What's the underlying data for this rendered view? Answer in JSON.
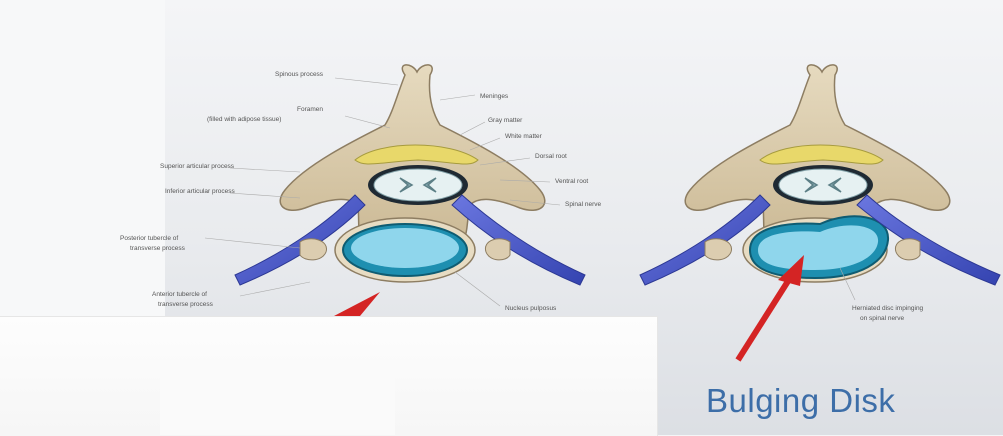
{
  "caption": "Bulging Disk",
  "labels": {
    "spinous_process": "Spinous process",
    "foramen": "Foramen",
    "foramen_sub": "(filled with adipose tissue)",
    "meninges": "Meninges",
    "gray_matter": "Gray matter",
    "white_matter": "White matter",
    "dorsal_root": "Dorsal root",
    "ventral_root": "Ventral root",
    "spinal_nerve": "Spinal nerve",
    "sup_articular": "Superior articular process",
    "inf_articular": "Inferior articular process",
    "posterior_tubercle": "Posterior tubercle of",
    "posterior_tubercle_sub": "transverse process",
    "anterior_tubercle": "Anterior tubercle of",
    "anterior_tubercle_sub": "transverse process",
    "nucleus_pulposus": "Nucleus pulposus",
    "herniated": "Herniated disc impinging",
    "herniated_sub": "on spinal nerve"
  },
  "colors": {
    "bone": "#dccdb0",
    "bone_edge": "#8d7d62",
    "ligament": "#e8d86a",
    "disc_outer": "#1e8fb0",
    "disc_inner": "#8fd6ec",
    "nerve": "#4a58c8",
    "arrow": "#d42424",
    "caption": "#3d6ea8"
  }
}
